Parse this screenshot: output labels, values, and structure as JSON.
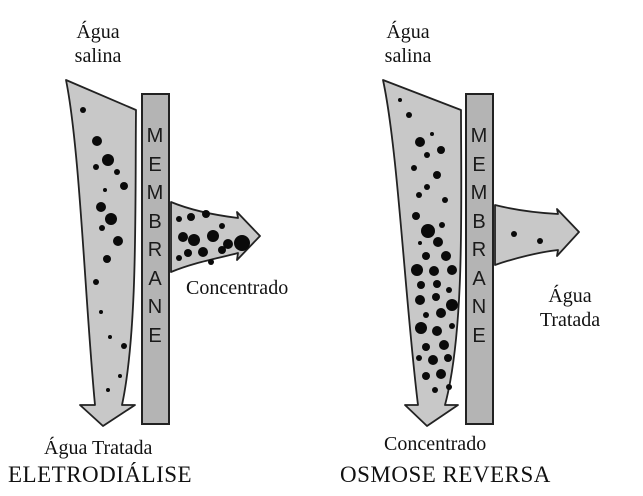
{
  "colors": {
    "stream_fill": "#c8c8c8",
    "membrane_fill": "#b4b4b4",
    "outline": "#222222",
    "particle": "#0a0a0a",
    "background": "#ffffff"
  },
  "left_panel": {
    "input_label_line1": "Água",
    "input_label_line2": "salina",
    "membrane_letters": [
      "M",
      "E",
      "M",
      "B",
      "R",
      "A",
      "N",
      "E"
    ],
    "side_output_label": "Concentrado",
    "bottom_output_label": "Água Tratada",
    "caption": "ELETRODIÁLISE"
  },
  "right_panel": {
    "input_label_line1": "Água",
    "input_label_line2": "salina",
    "membrane_letters": [
      "M",
      "E",
      "M",
      "B",
      "R",
      "A",
      "N",
      "E"
    ],
    "side_output_label_line1": "Água",
    "side_output_label_line2": "Tratada",
    "bottom_output_label": "Concentrado",
    "caption": "OSMOSE REVERSA"
  }
}
